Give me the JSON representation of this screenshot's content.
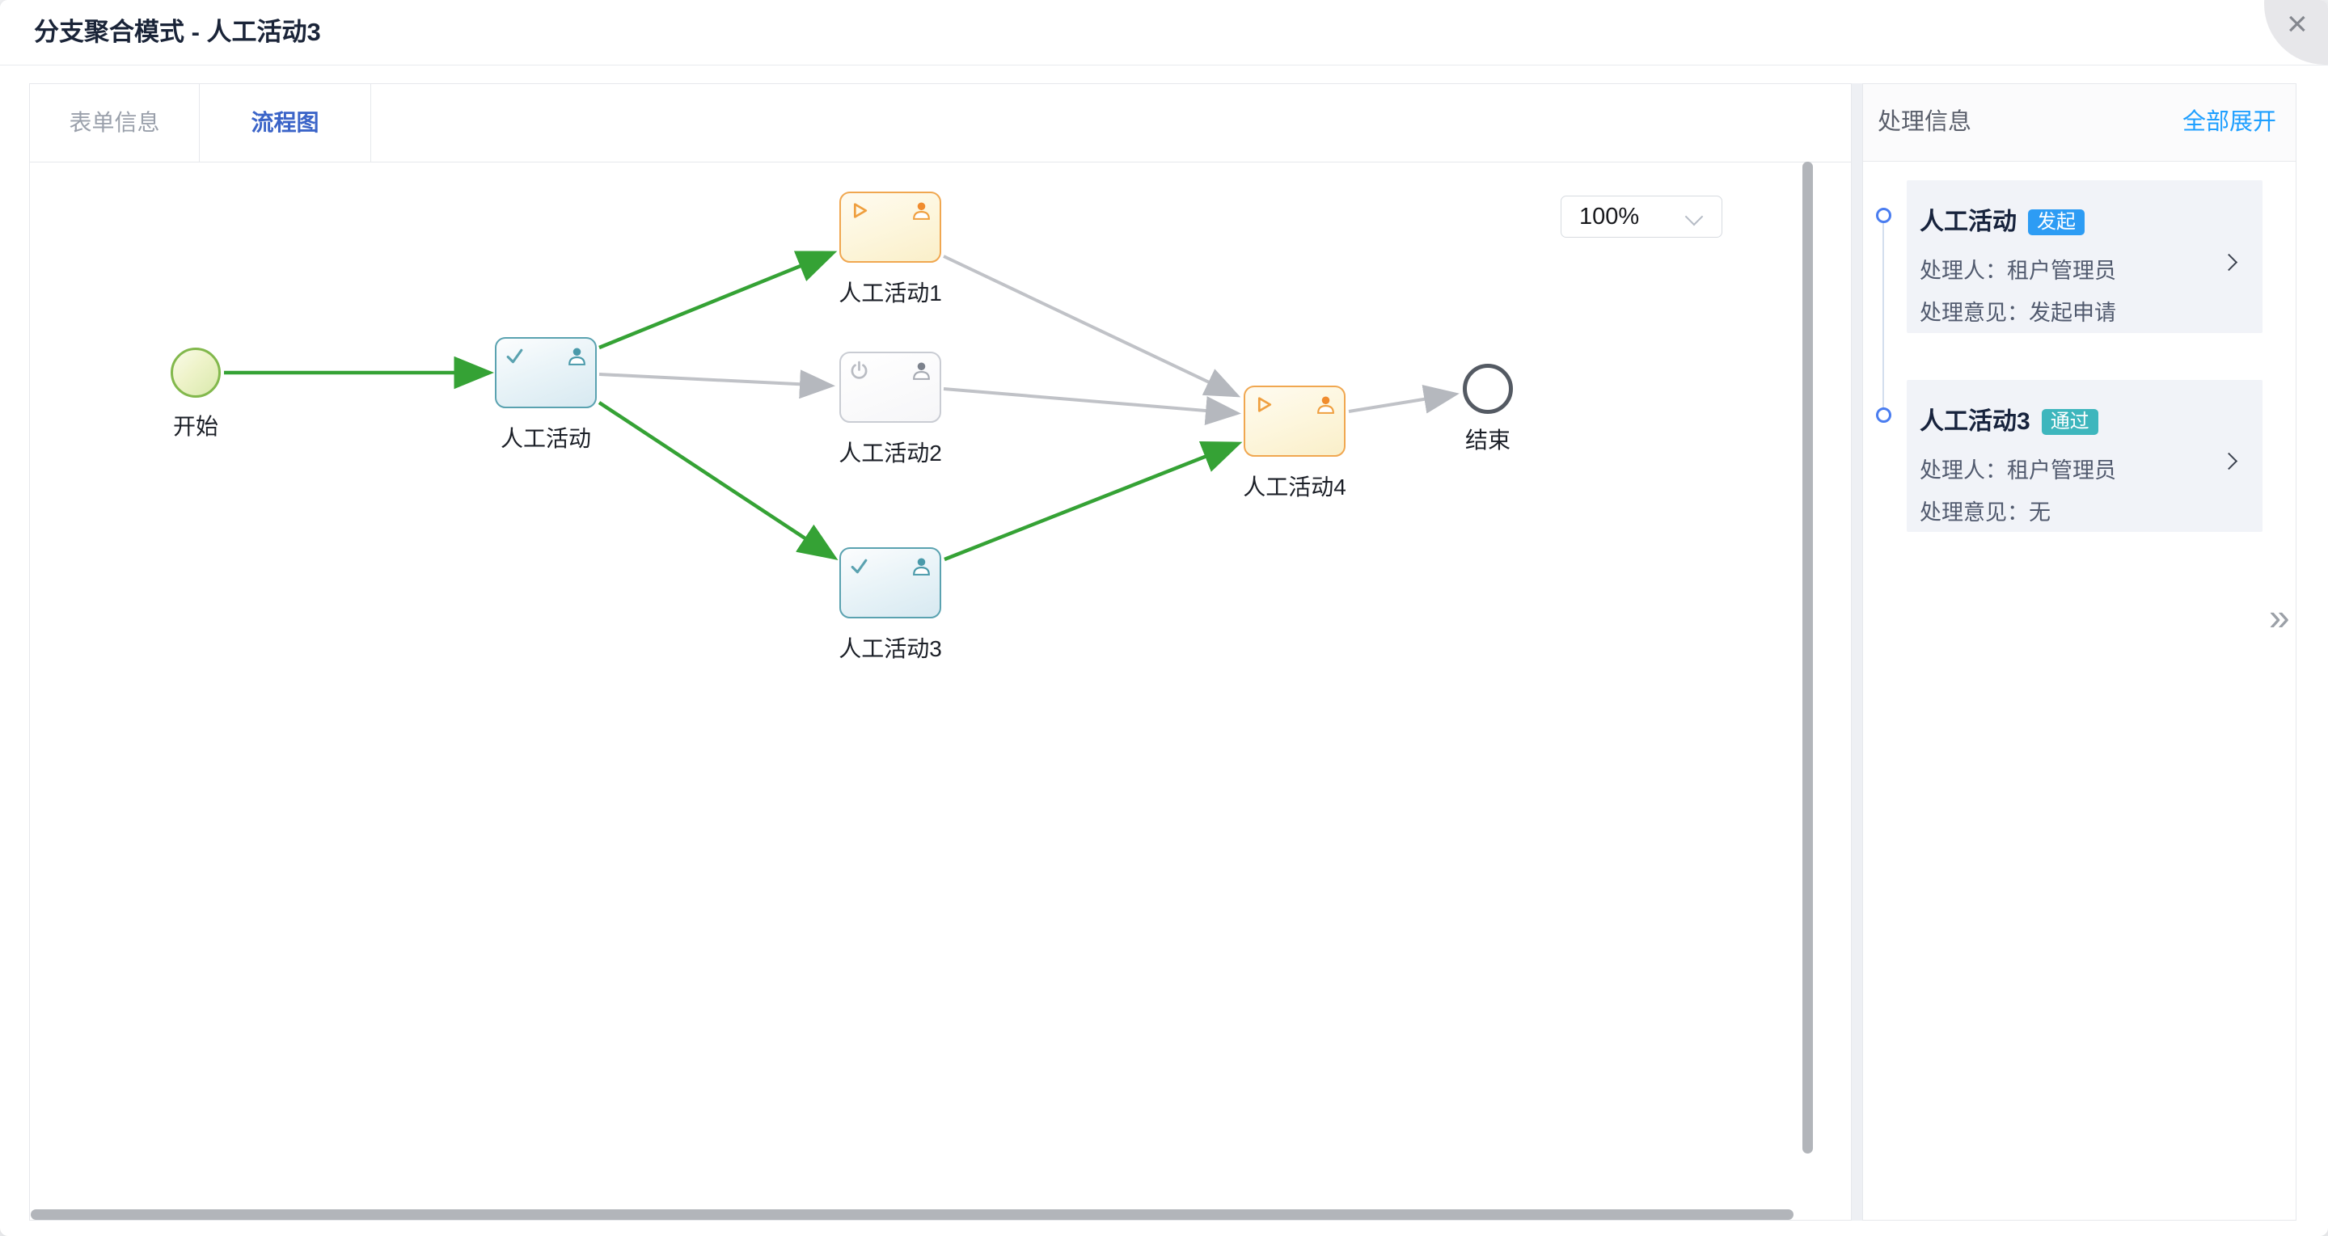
{
  "modal": {
    "title": "分支聚合模式 - 人工活动3",
    "close_icon": "×"
  },
  "tabs": [
    {
      "label": "表单信息",
      "active": false
    },
    {
      "label": "流程图",
      "active": true
    }
  ],
  "zoom_control": {
    "value": "100%"
  },
  "diagram": {
    "nodes": [
      {
        "id": "start",
        "label": "开始",
        "type": "start-event"
      },
      {
        "id": "activity",
        "label": "人工活动",
        "type": "user-task",
        "state": "completed"
      },
      {
        "id": "activity1",
        "label": "人工活动1",
        "type": "user-task",
        "state": "running"
      },
      {
        "id": "activity2",
        "label": "人工活动2",
        "type": "user-task",
        "state": "not-started"
      },
      {
        "id": "activity3",
        "label": "人工活动3",
        "type": "user-task",
        "state": "completed"
      },
      {
        "id": "activity4",
        "label": "人工活动4",
        "type": "user-task",
        "state": "running"
      },
      {
        "id": "end",
        "label": "结束",
        "type": "end-event"
      }
    ],
    "edges": [
      {
        "from": "start",
        "to": "activity",
        "status": "taken"
      },
      {
        "from": "activity",
        "to": "activity1",
        "status": "taken"
      },
      {
        "from": "activity",
        "to": "activity2",
        "status": "not-taken"
      },
      {
        "from": "activity",
        "to": "activity3",
        "status": "taken"
      },
      {
        "from": "activity1",
        "to": "activity4",
        "status": "not-taken"
      },
      {
        "from": "activity2",
        "to": "activity4",
        "status": "not-taken"
      },
      {
        "from": "activity3",
        "to": "activity4",
        "status": "taken"
      },
      {
        "from": "activity4",
        "to": "end",
        "status": "not-taken"
      }
    ]
  },
  "panel": {
    "title": "处理信息",
    "expand_all": "全部展开",
    "collapse_icon": "»",
    "items": [
      {
        "title": "人工活动",
        "badge": "发起",
        "badge_color": "#2d9cf4",
        "handler_label": "处理人：",
        "handler": "租户管理员",
        "opinion_label": "处理意见：",
        "opinion": "发起申请"
      },
      {
        "title": "人工活动3",
        "badge": "通过",
        "badge_color": "#3eb6bd",
        "handler_label": "处理人：",
        "handler": "租户管理员",
        "opinion_label": "处理意见：",
        "opinion": "无"
      }
    ]
  },
  "colors": {
    "link_blue": "#1e9fff",
    "tab_active_blue": "#3b64c8",
    "edge_taken_green": "#35a235",
    "edge_gray": "#bfc2c8",
    "task_completed_teal": "#5aa2b0",
    "task_running_orange": "#f0a750",
    "task_pending_gray": "#c9ccd3",
    "start_green": "#82b84c",
    "end_dark": "#545a63",
    "timeline_dot_blue": "#4a7df0"
  }
}
